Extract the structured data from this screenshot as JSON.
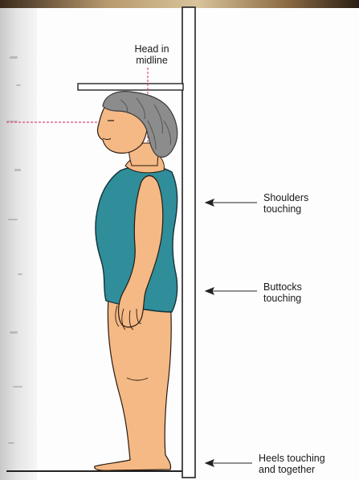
{
  "labels": {
    "head": "Head in\nmidline",
    "shoulders": "Shoulders\ntouching",
    "buttocks": "Buttocks\ntouching",
    "heels": "Heels touching\nand together"
  },
  "colors": {
    "swimsuit": "#2f8e9a",
    "skin": "#f4b985",
    "hair": "#8c8c8c",
    "guide_line": "#e0477a",
    "wall": "#222222"
  }
}
